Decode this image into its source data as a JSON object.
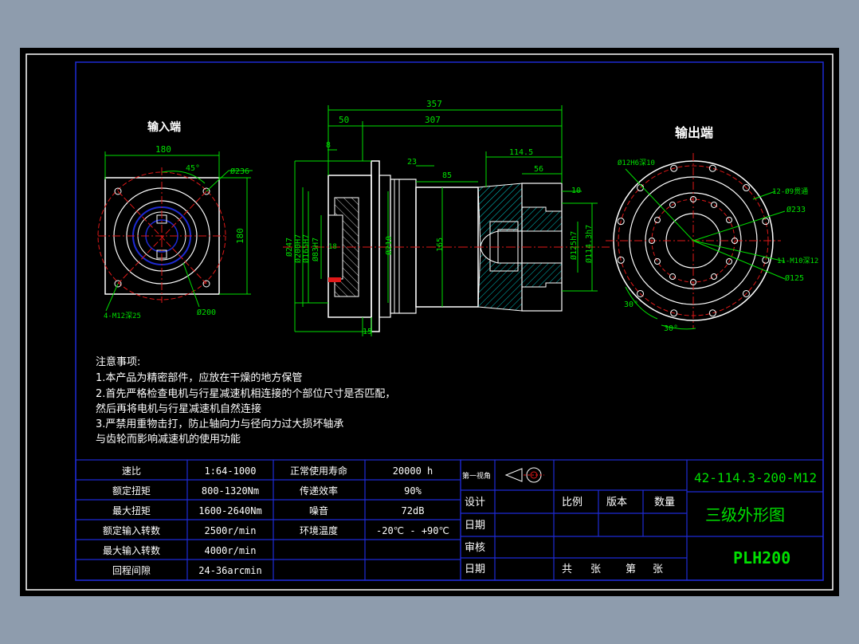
{
  "drawing": {
    "colors": {
      "background": "#000000",
      "frame": "#ffffff",
      "border_blue": "#1e2bd6",
      "outline": "#ffffff",
      "dimension": "#00e000",
      "center_line": "#e01818",
      "text": "#ffffff",
      "hatch": "#00c8c8",
      "title_green": "#00e000"
    }
  },
  "views": {
    "input_label": "输入端",
    "output_label": "输出端"
  },
  "dimensions": {
    "input": {
      "width": "180",
      "height": "180",
      "angle": "45°",
      "pcd": "Ø236",
      "holes": "4-M12深25",
      "circle": "Ø200"
    },
    "side": {
      "overall": "357",
      "flange_len": "50",
      "body_len": "307",
      "d8": "8",
      "d23": "23",
      "d85": "85",
      "d114": "114.5",
      "d56": "56",
      "d10": "10",
      "d15": "15",
      "d18": "18",
      "d247": "Ø247",
      "d200h7": "Ø200H7",
      "d165h7": "Ø165H7",
      "d83h7": "Ø83H7",
      "d210": "Ø210",
      "d165": "165",
      "d125h7": "Ø125h7",
      "d114h7": "Ø114.3h7"
    },
    "output": {
      "pin": "Ø12H6深10",
      "holes12": "12-Ø9贯通",
      "pcd233": "Ø233",
      "m10": "11-M10深12",
      "pcd125": "Ø125",
      "ang30a": "30°",
      "ang30b": "30°"
    }
  },
  "notes": {
    "title": "注意事项:",
    "lines": [
      "1.本产品为精密部件，应放在干燥的地方保管",
      "2.首先严格检查电机与行星减速机相连接的个部位尺寸是否匹配，",
      "然后再将电机与行星减速机自然连接",
      "3.严禁用重物击打，防止轴向力与径向力过大损坏轴承",
      "与齿轮而影响减速机的使用功能"
    ]
  },
  "specs": {
    "rows": [
      [
        "速比",
        "1:64-1000",
        "正常使用寿命",
        "20000 h"
      ],
      [
        "额定扭矩",
        "800-1320Nm",
        "传递效率",
        "90%"
      ],
      [
        "最大扭矩",
        "1600-2640Nm",
        "噪音",
        "72dB"
      ],
      [
        "额定输入转数",
        "2500r/min",
        "环境温度",
        "-20℃ - +90℃"
      ],
      [
        "最大输入转数",
        "4000r/min",
        "",
        ""
      ],
      [
        "回程间隙",
        "24-36arcmin",
        "",
        ""
      ]
    ]
  },
  "title_block": {
    "projection": "第一视角",
    "design": "设计",
    "date1": "日期",
    "review": "审核",
    "date2": "日期",
    "scale": "比例",
    "version": "版本",
    "qty": "数量",
    "total_sheets": "共",
    "sheet_unit1": "张",
    "sheet_no": "第",
    "sheet_unit2": "张",
    "code": "42-114.3-200-M12",
    "name": "三级外形图",
    "model": "PLH200"
  }
}
